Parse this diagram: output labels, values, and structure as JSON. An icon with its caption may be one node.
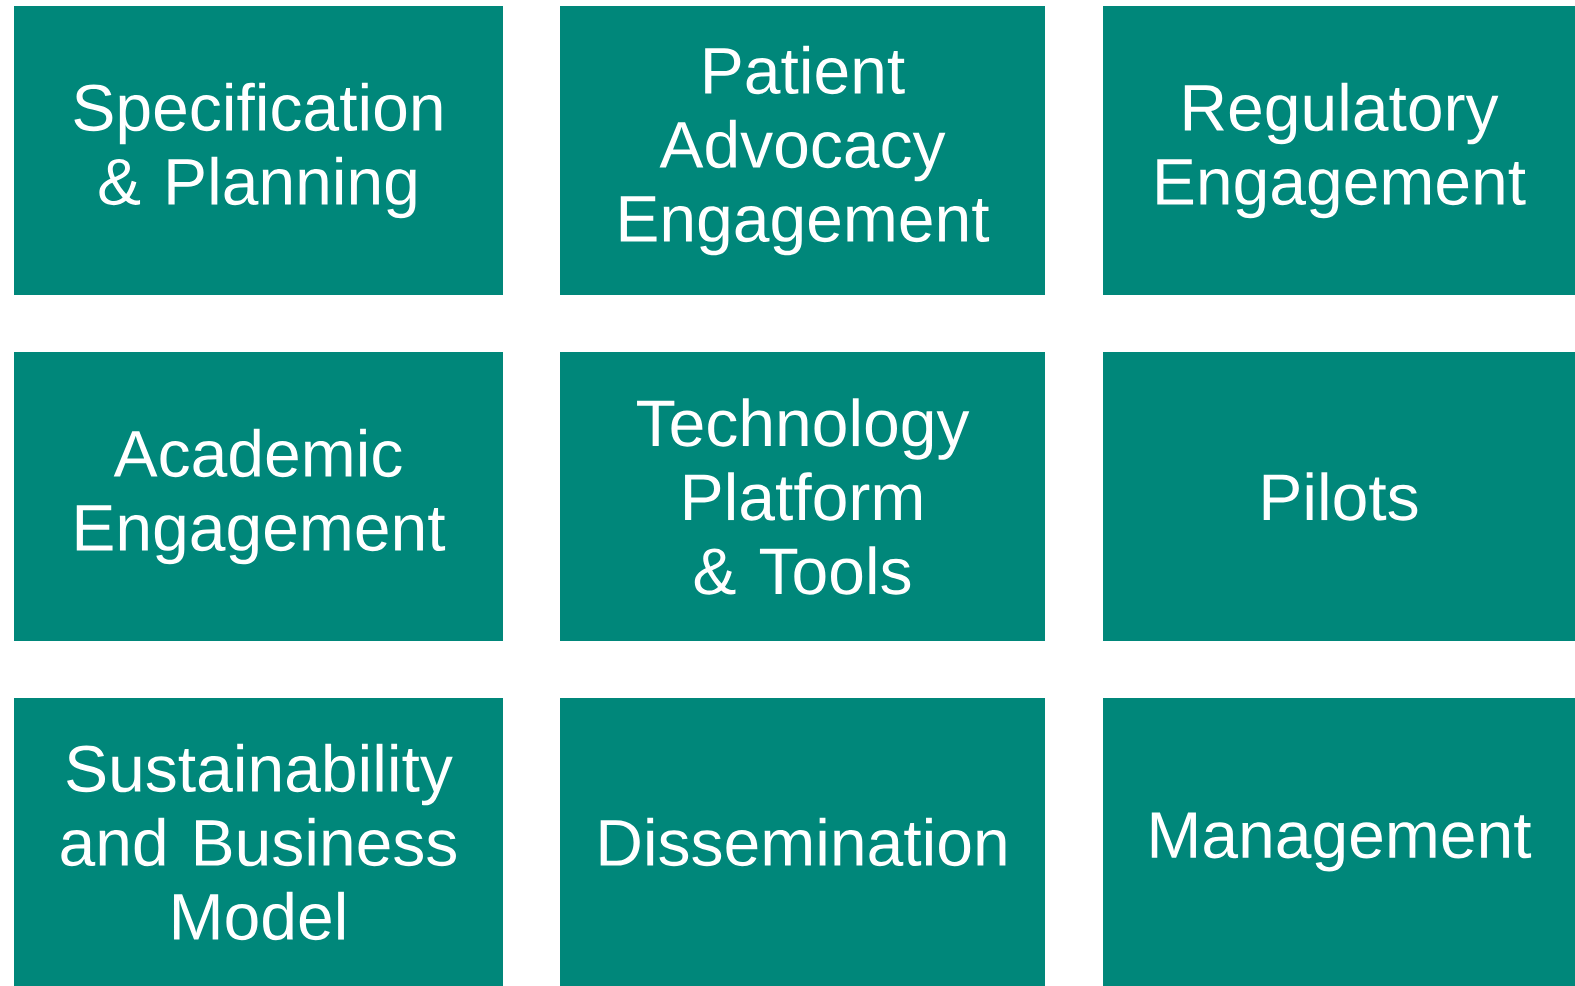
{
  "diagram": {
    "nodes": [
      {
        "text": [
          "Specification & Planning"
        ]
      },
      {
        "text": [
          "Patient Advocacy Engagement"
        ]
      },
      {
        "text": [
          "Regulatory Engagement"
        ]
      },
      {
        "text": [
          "Academic Engagement"
        ]
      },
      {
        "text": [
          "Technology Platform & Tools"
        ]
      },
      {
        "text": [
          "Pilots"
        ]
      },
      {
        "text": [
          "Sustainability and Business Model"
        ]
      },
      {
        "text": [
          "Dissemination"
        ]
      },
      {
        "text": [
          "Management"
        ]
      }
    ]
  }
}
